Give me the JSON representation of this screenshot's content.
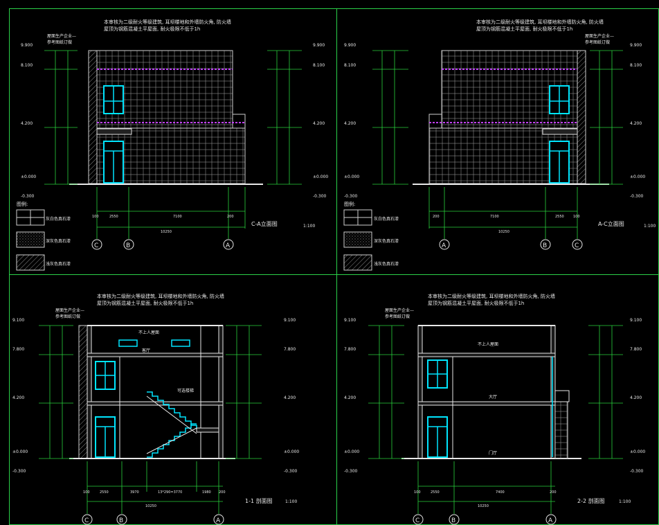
{
  "colors": {
    "frame": "#2bd24a",
    "green": "#28d23c",
    "white": "#e8e8e8",
    "cyan": "#00e6ff",
    "magenta": "#c040ff",
    "grid": "#9a9a9a",
    "hatch": "#7b7b7b"
  },
  "panels": [
    {
      "id": "elev-c-a",
      "title": "C-A立面图",
      "scale": "1:100",
      "axes": [
        "C",
        "B",
        "A"
      ],
      "levels": {
        "top": "9.900",
        "roof": "8.100",
        "mid": "4.200",
        "ground": "±0.000",
        "below": "-0.300"
      },
      "dims": {
        "seg1": "2550",
        "seg2": "7100",
        "seg3": "200",
        "total": "10250",
        "end1": "100",
        "end2": "200"
      },
      "note_line1": "本审核为二级耐火等级建筑, 耳坝楼地和外墙防火角, 防火墙",
      "note_line2": "屋顶为钢筋混凝土平屋面, 耐火极限不低于1h",
      "callout_line1": "屋面生产企业—",
      "callout_line2": "参考图纸订做"
    },
    {
      "id": "elev-a-c",
      "title": "A-C立面图",
      "scale": "1:100",
      "axes": [
        "A",
        "B",
        "C"
      ],
      "levels": {
        "top": "9.900",
        "roof": "8.100",
        "mid": "4.200",
        "ground": "±0.000",
        "below": "-0.300"
      },
      "dims": {
        "seg1": "7100",
        "seg2": "2550",
        "seg3": "100",
        "total": "10250",
        "end1": "200",
        "end2": "100"
      },
      "note_line1": "本审核为二级耐火等级建筑, 耳坝楼地和外墙防火角, 防火墙",
      "note_line2": "屋顶为钢筋混凝土平屋面, 耐火极限不低于1h",
      "callout_line1": "屋面生产企业—",
      "callout_line2": "参考图纸订做"
    },
    {
      "id": "section-1-1",
      "title": "1-1 剖面图",
      "scale": "1:100",
      "axes": [
        "C",
        "B",
        "A"
      ],
      "levels": {
        "top": "9.100",
        "roof": "7.800",
        "mid": "4.200",
        "ground": "±0.000",
        "below": "-0.300"
      },
      "dims": {
        "seg1": "2550",
        "seg2": "3970",
        "seg3": "13*290=3770",
        "seg4": "1980",
        "total": "10250",
        "end1": "100",
        "end2": "200"
      },
      "labels": {
        "roof": "不上人屋面",
        "stair": "可选楼梯",
        "room": "客厅"
      },
      "note_line1": "本审核为二级耐火等级建筑, 耳坝楼地和外墙防火角, 防火墙",
      "note_line2": "屋顶为钢筋混凝土平屋面, 耐火极限不低于1h",
      "callout_line1": "屋面生产企业—",
      "callout_line2": "参考图纸订做"
    },
    {
      "id": "section-2-2",
      "title": "2-2 剖面图",
      "scale": "1:100",
      "axes": [
        "C",
        "B",
        "A"
      ],
      "levels": {
        "top": "9.100",
        "roof": "7.800",
        "mid": "4.200",
        "ground": "±0.000",
        "below": "-0.300"
      },
      "dims": {
        "seg1": "2550",
        "seg2": "7400",
        "seg3": "200",
        "total": "10250",
        "end1": "100",
        "end2": "200"
      },
      "labels": {
        "roof": "不上人屋面",
        "hall": "大厅",
        "room": "门厅"
      },
      "note_line1": "本审核为二级耐火等级建筑, 耳坝楼地和外墙防火角, 防火墙",
      "note_line2": "屋顶为钢筋混凝土平屋面, 耐火极限不低于1h",
      "callout_line1": "屋面生产企业—",
      "callout_line2": "参考图纸订做"
    }
  ],
  "legend": {
    "title": "图例:",
    "items": [
      {
        "label": "灰白色真石漆",
        "pattern": "tile"
      },
      {
        "label": "深灰色真石漆",
        "pattern": "dots"
      },
      {
        "label": "浅灰色真石漆",
        "pattern": "hatch"
      }
    ]
  }
}
